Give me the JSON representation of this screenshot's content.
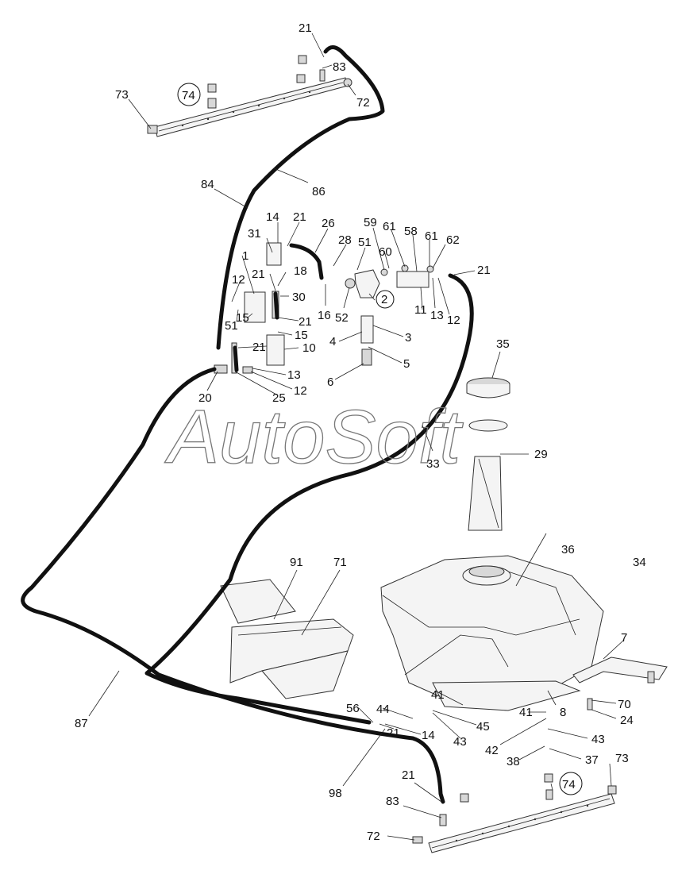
{
  "watermark": "AutoSoft",
  "callouts": [
    {
      "id": "c1",
      "text": "21"
    },
    {
      "id": "c2",
      "text": "83"
    },
    {
      "id": "c3",
      "text": "73"
    },
    {
      "id": "c4",
      "text": "74"
    },
    {
      "id": "c5",
      "text": "72"
    },
    {
      "id": "c6",
      "text": "84"
    },
    {
      "id": "c7",
      "text": "86"
    },
    {
      "id": "c8",
      "text": "14"
    },
    {
      "id": "c9",
      "text": "21"
    },
    {
      "id": "c10",
      "text": "26"
    },
    {
      "id": "c11",
      "text": "31"
    },
    {
      "id": "c12",
      "text": "28"
    },
    {
      "id": "c13",
      "text": "51"
    },
    {
      "id": "c14",
      "text": "59"
    },
    {
      "id": "c15",
      "text": "61"
    },
    {
      "id": "c16",
      "text": "58"
    },
    {
      "id": "c17",
      "text": "61"
    },
    {
      "id": "c18",
      "text": "62"
    },
    {
      "id": "c19",
      "text": "60"
    },
    {
      "id": "c20",
      "text": "21"
    },
    {
      "id": "c21",
      "text": "1"
    },
    {
      "id": "c22",
      "text": "18"
    },
    {
      "id": "c23",
      "text": "12"
    },
    {
      "id": "c24",
      "text": "21"
    },
    {
      "id": "c25",
      "text": "30"
    },
    {
      "id": "c26",
      "text": "16"
    },
    {
      "id": "c27",
      "text": "52"
    },
    {
      "id": "c28",
      "text": "2"
    },
    {
      "id": "c29",
      "text": "11"
    },
    {
      "id": "c30",
      "text": "13"
    },
    {
      "id": "c31",
      "text": "12"
    },
    {
      "id": "c32",
      "text": "51"
    },
    {
      "id": "c33",
      "text": "15"
    },
    {
      "id": "c34",
      "text": "21"
    },
    {
      "id": "c35",
      "text": "15"
    },
    {
      "id": "c36",
      "text": "3"
    },
    {
      "id": "c37",
      "text": "21"
    },
    {
      "id": "c38",
      "text": "10"
    },
    {
      "id": "c39",
      "text": "4"
    },
    {
      "id": "c40",
      "text": "5"
    },
    {
      "id": "c41",
      "text": "13"
    },
    {
      "id": "c42",
      "text": "12"
    },
    {
      "id": "c43",
      "text": "6"
    },
    {
      "id": "c44",
      "text": "20"
    },
    {
      "id": "c45",
      "text": "25"
    },
    {
      "id": "c46",
      "text": "35"
    },
    {
      "id": "c47",
      "text": "29"
    },
    {
      "id": "c48",
      "text": "33"
    },
    {
      "id": "c49",
      "text": "36"
    },
    {
      "id": "c50",
      "text": "34"
    },
    {
      "id": "c51",
      "text": "91"
    },
    {
      "id": "c52",
      "text": "71"
    },
    {
      "id": "c53",
      "text": "7"
    },
    {
      "id": "c54",
      "text": "41"
    },
    {
      "id": "c55",
      "text": "8"
    },
    {
      "id": "c56",
      "text": "70"
    },
    {
      "id": "c57",
      "text": "41"
    },
    {
      "id": "c58",
      "text": "24"
    },
    {
      "id": "c59",
      "text": "56"
    },
    {
      "id": "c60",
      "text": "44"
    },
    {
      "id": "c61",
      "text": "45"
    },
    {
      "id": "c62",
      "text": "21"
    },
    {
      "id": "c63",
      "text": "14"
    },
    {
      "id": "c64",
      "text": "43"
    },
    {
      "id": "c65",
      "text": "43"
    },
    {
      "id": "c66",
      "text": "42"
    },
    {
      "id": "c67",
      "text": "38"
    },
    {
      "id": "c68",
      "text": "37"
    },
    {
      "id": "c69",
      "text": "87"
    },
    {
      "id": "c70",
      "text": "98"
    },
    {
      "id": "c71",
      "text": "21"
    },
    {
      "id": "c72",
      "text": "73"
    },
    {
      "id": "c73",
      "text": "74"
    },
    {
      "id": "c74",
      "text": "83"
    },
    {
      "id": "c75",
      "text": "72"
    }
  ]
}
